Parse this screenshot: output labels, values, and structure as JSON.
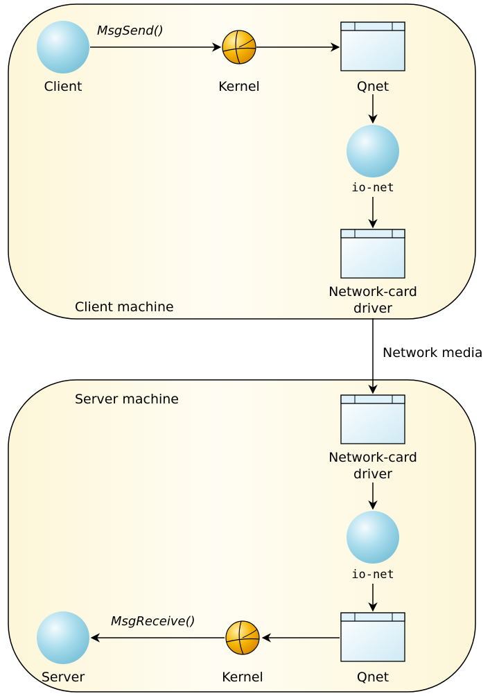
{
  "colors": {
    "machine_fill": "#fdf6d8",
    "machine_stroke": "#000000",
    "process_fill": "#a8dcec",
    "kernel_fill": "#f5b400",
    "module_fill": "#e0f2f9"
  },
  "icons": {
    "process": "sphere-icon",
    "kernel": "kernel-globe-icon",
    "module": "module-window-icon"
  },
  "client_machine": {
    "label": "Client machine",
    "client": "Client",
    "kernel": "Kernel",
    "qnet": "Qnet",
    "io_net": "io-net",
    "driver_line1": "Network-card",
    "driver_line2": "driver",
    "msg_call": "MsgSend()"
  },
  "network_media": "Network media",
  "server_machine": {
    "label": "Server machine",
    "driver_line1": "Network-card",
    "driver_line2": "driver",
    "io_net": "io-net",
    "qnet": "Qnet",
    "kernel": "Kernel",
    "server": "Server",
    "msg_call": "MsgReceive()"
  }
}
